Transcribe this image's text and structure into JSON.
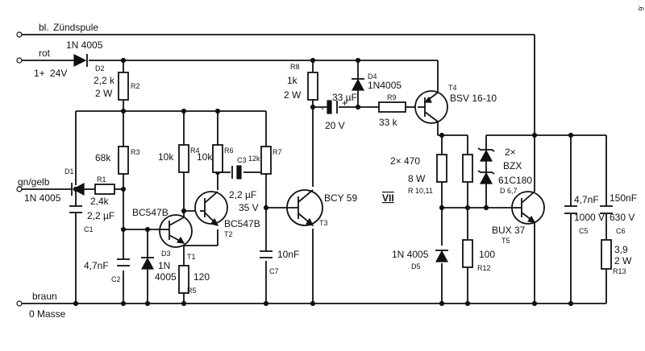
{
  "page_marker": ".6",
  "terminals": {
    "bl": "bl.",
    "zuendspule": "Zündspule",
    "rot": "rot",
    "plus": "1+",
    "volt": "24V",
    "gngelb": "gn/gelb",
    "braun": "braun",
    "masse": "0 Masse"
  },
  "components": {
    "d2": {
      "type": "1N 4005",
      "ref": "D2"
    },
    "r2": {
      "value": "2,2 k",
      "power": "2 W",
      "ref": "R2"
    },
    "r8": {
      "ref": "R8",
      "value": "1k",
      "power": "2 W"
    },
    "d4": {
      "ref": "D4",
      "type": "1N4005"
    },
    "c_33": {
      "value": "33 µF",
      "voltage": "20 V",
      "minus": "-",
      "plus": "+"
    },
    "r9": {
      "ref": "R9",
      "value": "33 k"
    },
    "t4": {
      "ref": "T4",
      "type": "BSV 16-10"
    },
    "r3": {
      "value": "68k",
      "ref": "R3"
    },
    "r4": {
      "value": "10k",
      "ref": "R4"
    },
    "r6": {
      "value": "10k",
      "ref": "R6"
    },
    "r7": {
      "value": "12k",
      "ref": "R7"
    },
    "c3": {
      "ref": "C3",
      "value": "2,2 µF",
      "voltage": "35 V"
    },
    "d1": {
      "ref": "D1",
      "type": "1N 4005"
    },
    "r1": {
      "ref": "R1",
      "value": "2,4k"
    },
    "c1": {
      "value": "2,2 µF",
      "ref": "C1"
    },
    "t1": {
      "type": "BC547B",
      "ref": "T1"
    },
    "t2": {
      "type": "BC547B",
      "ref": "T2"
    },
    "c2": {
      "value": "4,7nF",
      "ref": "C2"
    },
    "d3": {
      "ref": "D3",
      "type1": "1N",
      "type2": "4005"
    },
    "r5": {
      "value": "120",
      "ref": "R5"
    },
    "c7": {
      "value": "10nF",
      "ref": "C7"
    },
    "t3": {
      "type": "BCY 59",
      "grade": "VII",
      "ref": "T3"
    },
    "r10_11": {
      "value": "2× 470",
      "power": "8 W",
      "ref": "R 10,11"
    },
    "d5": {
      "type": "1N 4005",
      "ref": "D5"
    },
    "r12": {
      "value": "100",
      "ref": "R12"
    },
    "d6_7": {
      "count": "2×",
      "type1": "BZX",
      "type2": "61C180",
      "ref": "D 6,7"
    },
    "t5": {
      "type": "BUX 37",
      "ref": "T5"
    },
    "c5": {
      "value": "4,7nF",
      "voltage": "1000 V",
      "ref": "C5"
    },
    "c6": {
      "value": "150nF",
      "voltage": "630 V",
      "ref": "C6"
    },
    "r13": {
      "value": "3,9",
      "power": "2 W",
      "ref": "R13"
    }
  }
}
